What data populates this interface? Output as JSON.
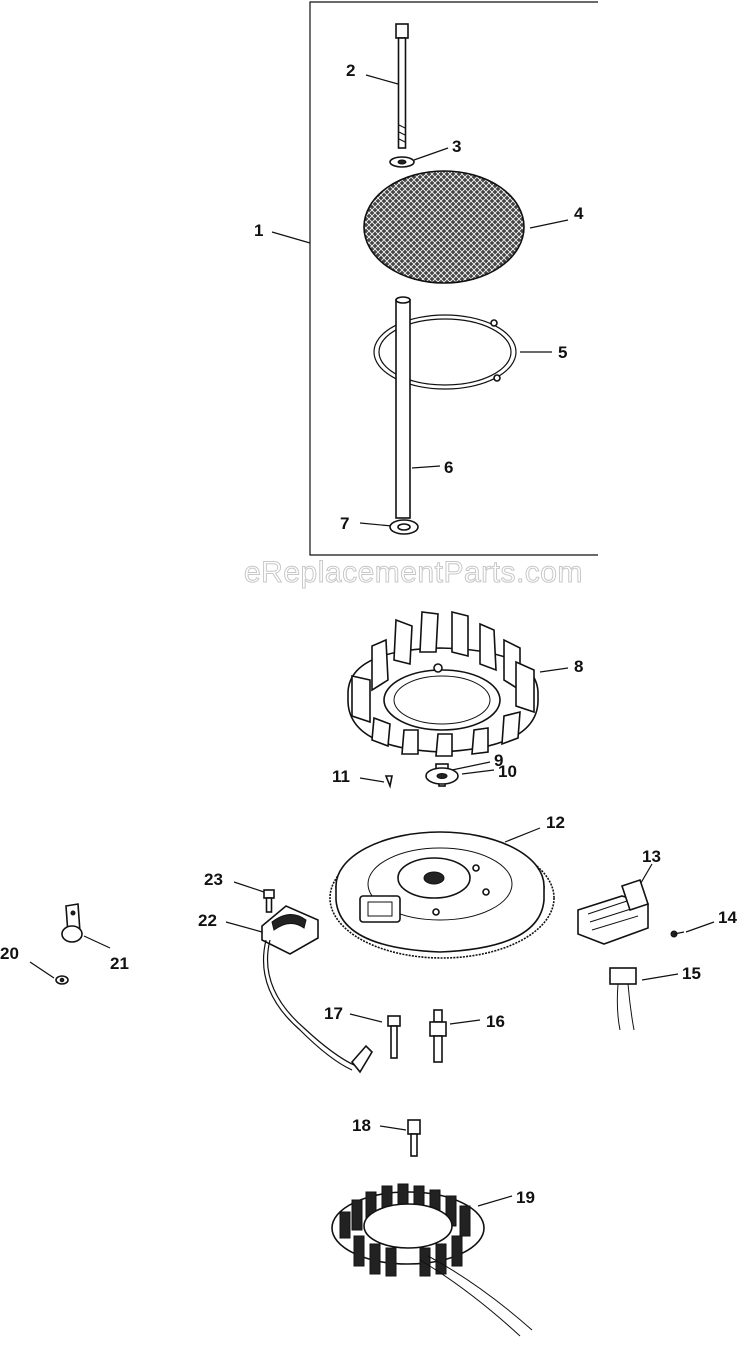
{
  "watermark": "eReplacementParts.com",
  "callouts": [
    {
      "id": "1",
      "label": "1"
    },
    {
      "id": "2",
      "label": "2"
    },
    {
      "id": "3",
      "label": "3"
    },
    {
      "id": "4",
      "label": "4"
    },
    {
      "id": "5",
      "label": "5"
    },
    {
      "id": "6",
      "label": "6"
    },
    {
      "id": "7",
      "label": "7"
    },
    {
      "id": "8",
      "label": "8"
    },
    {
      "id": "9",
      "label": "9"
    },
    {
      "id": "10",
      "label": "10"
    },
    {
      "id": "11",
      "label": "11"
    },
    {
      "id": "12",
      "label": "12"
    },
    {
      "id": "13",
      "label": "13"
    },
    {
      "id": "14",
      "label": "14"
    },
    {
      "id": "15",
      "label": "15"
    },
    {
      "id": "16",
      "label": "16"
    },
    {
      "id": "17",
      "label": "17"
    },
    {
      "id": "18",
      "label": "18"
    },
    {
      "id": "19",
      "label": "19"
    },
    {
      "id": "20",
      "label": "20"
    },
    {
      "id": "21",
      "label": "21"
    },
    {
      "id": "22",
      "label": "22"
    },
    {
      "id": "23",
      "label": "23"
    }
  ]
}
